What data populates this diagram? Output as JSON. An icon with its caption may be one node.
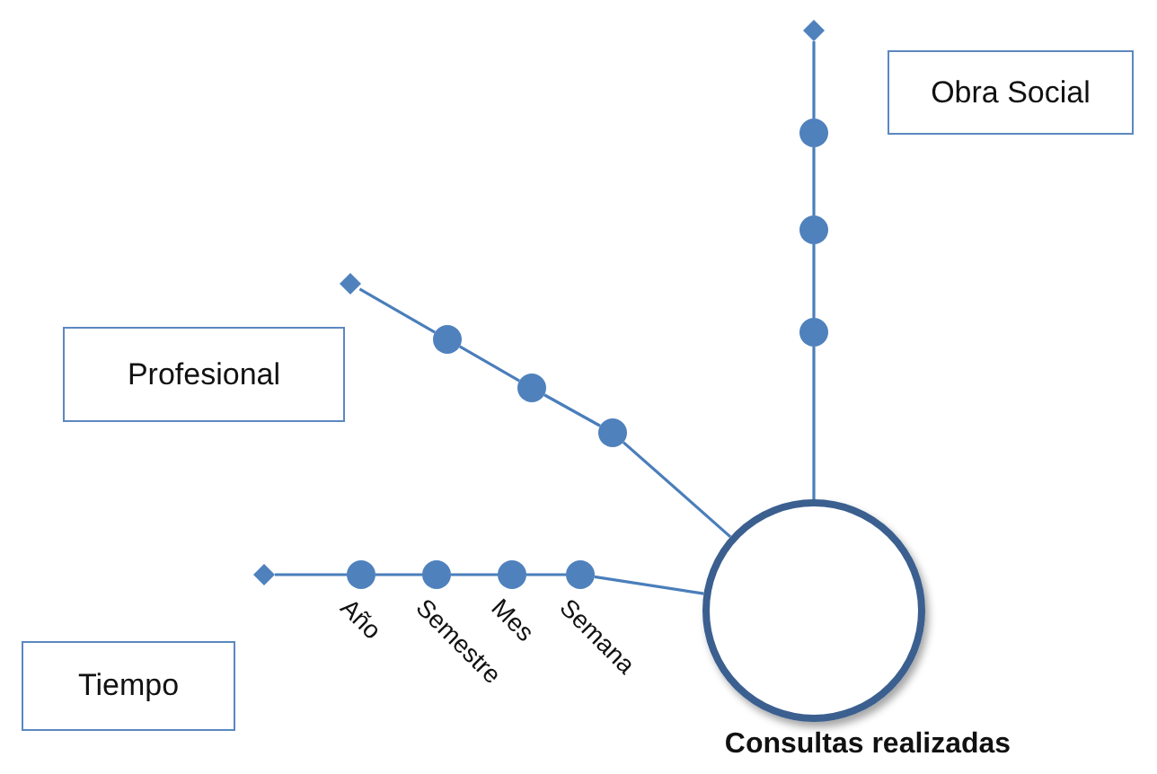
{
  "diagram": {
    "nodes": [
      {
        "text": [
          "Obra Social"
        ]
      },
      {
        "text": [
          "Profesional"
        ]
      },
      {
        "text": [
          "Tiempo"
        ]
      },
      {
        "text": [],
        "shape": "circle",
        "beside": [
          "Consultas realizadas"
        ]
      },
      {
        "text": [],
        "shape": "circle"
      },
      {
        "text": [],
        "shape": "circle"
      },
      {
        "text": [],
        "shape": "circle"
      },
      {
        "text": [],
        "shape": "diamond"
      },
      {
        "text": [],
        "shape": "circle"
      },
      {
        "text": [],
        "shape": "circle"
      },
      {
        "text": [],
        "shape": "circle"
      },
      {
        "text": [],
        "shape": "diamond"
      },
      {
        "text": [],
        "shape": "circle",
        "beside": [
          "Semana"
        ]
      },
      {
        "text": [],
        "shape": "circle",
        "beside": [
          "Mes"
        ]
      },
      {
        "text": [],
        "shape": "circle",
        "beside": [
          "Semestre"
        ]
      },
      {
        "text": [],
        "shape": "circle",
        "beside": [
          "Año"
        ]
      },
      {
        "text": [],
        "shape": "diamond"
      }
    ],
    "edges": [
      {
        "from": 3,
        "to": 4,
        "arrow": "none"
      },
      {
        "from": 4,
        "to": 5,
        "arrow": "none"
      },
      {
        "from": 5,
        "to": 6,
        "arrow": "none"
      },
      {
        "from": 6,
        "to": 7,
        "arrow": "none"
      },
      {
        "from": 3,
        "to": 8,
        "arrow": "none"
      },
      {
        "from": 8,
        "to": 9,
        "arrow": "none"
      },
      {
        "from": 9,
        "to": 10,
        "arrow": "none"
      },
      {
        "from": 10,
        "to": 11,
        "arrow": "none"
      },
      {
        "from": 3,
        "to": 12,
        "arrow": "none"
      },
      {
        "from": 12,
        "to": 13,
        "arrow": "none"
      },
      {
        "from": 13,
        "to": 14,
        "arrow": "none"
      },
      {
        "from": 14,
        "to": 15,
        "arrow": "none"
      },
      {
        "from": 15,
        "to": 16,
        "arrow": "none"
      }
    ]
  }
}
